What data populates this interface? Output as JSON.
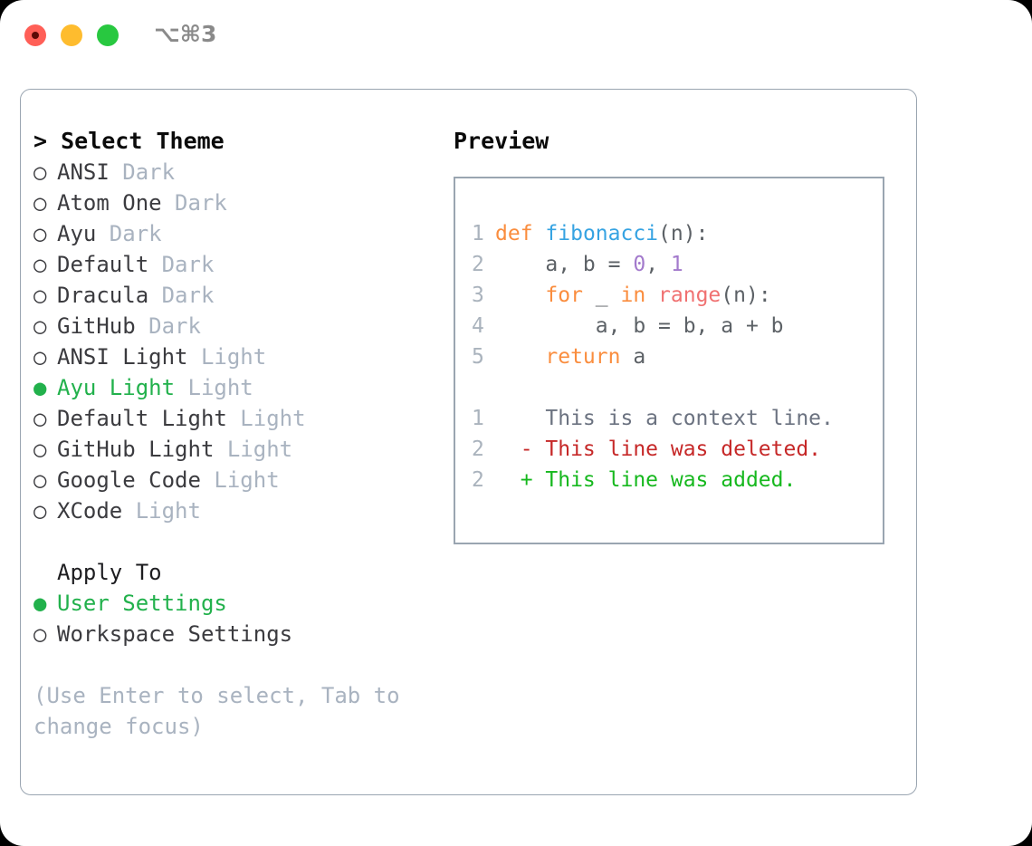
{
  "window": {
    "title_shortcut": "⌥⌘3",
    "traffic_lights": {
      "close_label": "close",
      "minimize_label": "minimize",
      "maximize_label": "maximize"
    }
  },
  "theme_list": {
    "heading": "> Select Theme",
    "items": [
      {
        "marker": "○",
        "name": "ANSI",
        "variant": "Dark",
        "selected": false
      },
      {
        "marker": "○",
        "name": "Atom One",
        "variant": "Dark",
        "selected": false
      },
      {
        "marker": "○",
        "name": "Ayu",
        "variant": "Dark",
        "selected": false
      },
      {
        "marker": "○",
        "name": "Default",
        "variant": "Dark",
        "selected": false
      },
      {
        "marker": "○",
        "name": "Dracula",
        "variant": "Dark",
        "selected": false
      },
      {
        "marker": "○",
        "name": "GitHub",
        "variant": "Dark",
        "selected": false
      },
      {
        "marker": "○",
        "name": "ANSI Light",
        "variant": "Light",
        "selected": false
      },
      {
        "marker": "●",
        "name": "Ayu Light",
        "variant": "Light",
        "selected": true
      },
      {
        "marker": "○",
        "name": "Default Light",
        "variant": "Light",
        "selected": false
      },
      {
        "marker": "○",
        "name": "GitHub Light",
        "variant": "Light",
        "selected": false
      },
      {
        "marker": "○",
        "name": "Google Code",
        "variant": "Light",
        "selected": false
      },
      {
        "marker": "○",
        "name": "XCode",
        "variant": "Light",
        "selected": false
      }
    ]
  },
  "apply_to": {
    "heading": "Apply To",
    "items": [
      {
        "marker": "●",
        "label": "User Settings",
        "selected": true
      },
      {
        "marker": "○",
        "label": "Workspace Settings",
        "selected": false
      }
    ]
  },
  "hint": "(Use Enter to select, Tab to change focus)",
  "preview": {
    "title": "Preview",
    "code_lines": [
      {
        "no": "1",
        "tokens": [
          {
            "t": "def",
            "c": "kw"
          },
          {
            "t": " ",
            "c": "plain"
          },
          {
            "t": "fibonacci",
            "c": "fn"
          },
          {
            "t": "(n):",
            "c": "punct"
          }
        ]
      },
      {
        "no": "2",
        "tokens": [
          {
            "t": "    a, b = ",
            "c": "plain"
          },
          {
            "t": "0",
            "c": "num"
          },
          {
            "t": ", ",
            "c": "plain"
          },
          {
            "t": "1",
            "c": "num"
          }
        ]
      },
      {
        "no": "3",
        "tokens": [
          {
            "t": "    ",
            "c": "plain"
          },
          {
            "t": "for",
            "c": "kw"
          },
          {
            "t": " _ ",
            "c": "plain"
          },
          {
            "t": "in",
            "c": "kw"
          },
          {
            "t": " ",
            "c": "plain"
          },
          {
            "t": "range",
            "c": "type"
          },
          {
            "t": "(n):",
            "c": "punct"
          }
        ]
      },
      {
        "no": "4",
        "tokens": [
          {
            "t": "        a, b = b, a + b",
            "c": "plain"
          }
        ]
      },
      {
        "no": "5",
        "tokens": [
          {
            "t": "    ",
            "c": "plain"
          },
          {
            "t": "return",
            "c": "kw"
          },
          {
            "t": " a",
            "c": "plain"
          }
        ]
      }
    ],
    "diff_lines": [
      {
        "no": "1",
        "sign": " ",
        "text": "This is a context line.",
        "kind": "ctx"
      },
      {
        "no": "2",
        "sign": "-",
        "text": "This line was deleted.",
        "kind": "del"
      },
      {
        "no": "2",
        "sign": "+",
        "text": "This line was added.",
        "kind": "add"
      }
    ]
  },
  "colors": {
    "accent_green": "#22b14c",
    "muted": "#a9b3c0",
    "border": "#9aa5b1",
    "keyword": "#fa8d3e",
    "function": "#36a3e2",
    "type": "#f07171",
    "number": "#a37acc",
    "diff_add": "#16b81e",
    "diff_del": "#c62828"
  }
}
